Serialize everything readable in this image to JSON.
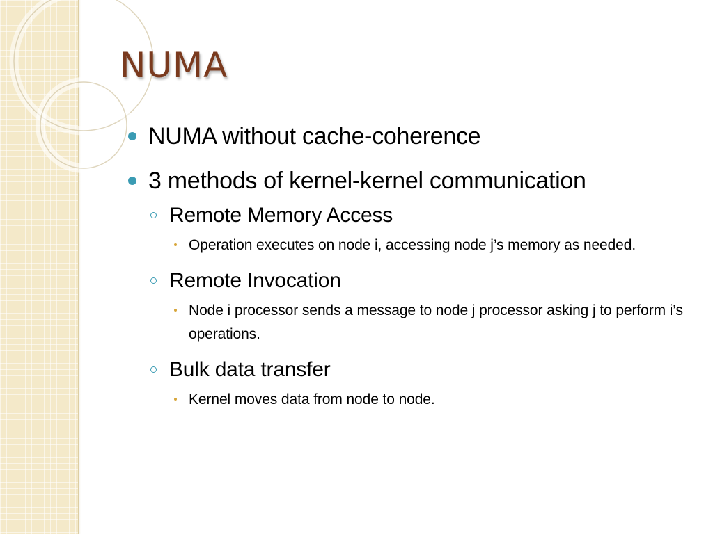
{
  "slide": {
    "title": "NUMA",
    "bullets": [
      {
        "text": "NUMA without cache-coherence"
      },
      {
        "text": "3 methods of kernel-kernel communication",
        "children": [
          {
            "text": "Remote Memory Access",
            "children": [
              "Operation executes on node i, accessing node j’s memory as needed."
            ]
          },
          {
            "text": "Remote Invocation",
            "children": [
              "Node i processor sends a message to node j processor asking j to perform i’s operations."
            ]
          },
          {
            "text": "Bulk data transfer",
            "children": [
              "Kernel moves data from node to node."
            ]
          }
        ]
      }
    ]
  },
  "theme": {
    "title_color": "#7a3a1e",
    "bullet_primary": "#3a9bb3",
    "bullet_tertiary": "#d7a63a",
    "panel_color": "#f4e9c9"
  }
}
